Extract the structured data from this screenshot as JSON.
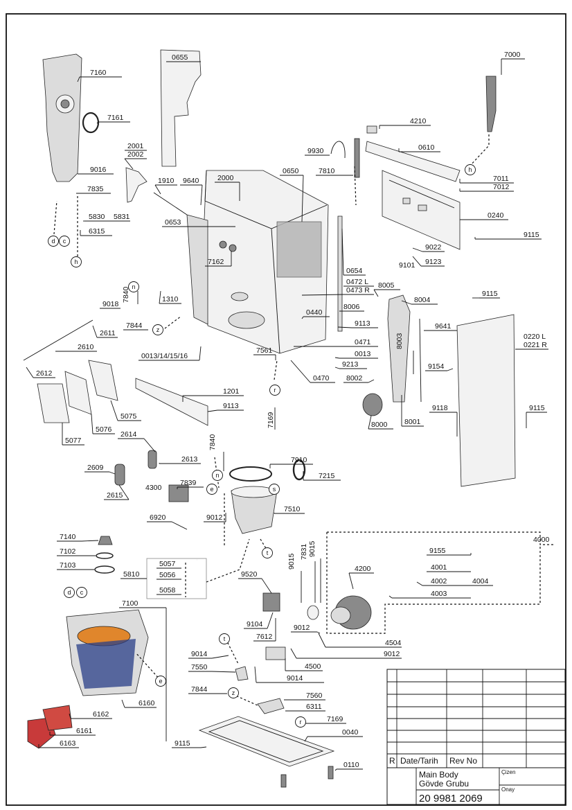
{
  "callouts": [
    "7160",
    "7161",
    "9016",
    "7835",
    "5830",
    "5831",
    "6315",
    "0655",
    "2001",
    "2002",
    "1910",
    "9640",
    "2000",
    "0650",
    "0653",
    "7162",
    "0654",
    "0472 L",
    "0473 R",
    "8005",
    "8004",
    "8006",
    "9113",
    "0440",
    "0471",
    "0013",
    "9213",
    "0470",
    "7561",
    "1310",
    "7844",
    "0013/14/15/16",
    "9018",
    "7840",
    "2611",
    "2610",
    "2612",
    "5075",
    "5076",
    "5077",
    "1201",
    "7169",
    "7000",
    "4210",
    "0610",
    "9930",
    "7810",
    "7011",
    "7012",
    "0240",
    "9115",
    "9022",
    "9101",
    "9123",
    "9641",
    "0220 L",
    "0221 R",
    "9154",
    "8002",
    "8003",
    "8000",
    "8001",
    "9118",
    "2614",
    "2613",
    "2609",
    "2615",
    "7910",
    "7215",
    "4300",
    "7839",
    "7510",
    "6920",
    "9012",
    "7140",
    "7102",
    "7103",
    "5057",
    "5056",
    "5058",
    "5810",
    "7100",
    "4000",
    "9155",
    "4001",
    "4002",
    "4004",
    "4003",
    "4200",
    "9015",
    "7831",
    "9520",
    "9104",
    "7612",
    "4504",
    "9014",
    "7550",
    "4500",
    "6160",
    "6162",
    "6161",
    "6163",
    "7560",
    "6311",
    "0040",
    "0110"
  ],
  "circle_markers": [
    "d",
    "c",
    "h",
    "n",
    "z",
    "r",
    "e",
    "s",
    "t"
  ],
  "title_block": {
    "revision_marker": "R",
    "date_header": "Date/Tarih",
    "rev_header": "Rev No",
    "title_en": "Main Body",
    "title_tr": "Gövde Grubu",
    "drawn_by_label": "Çizen",
    "approved_label": "Onay",
    "drawing_number": "20 9981 2069"
  }
}
